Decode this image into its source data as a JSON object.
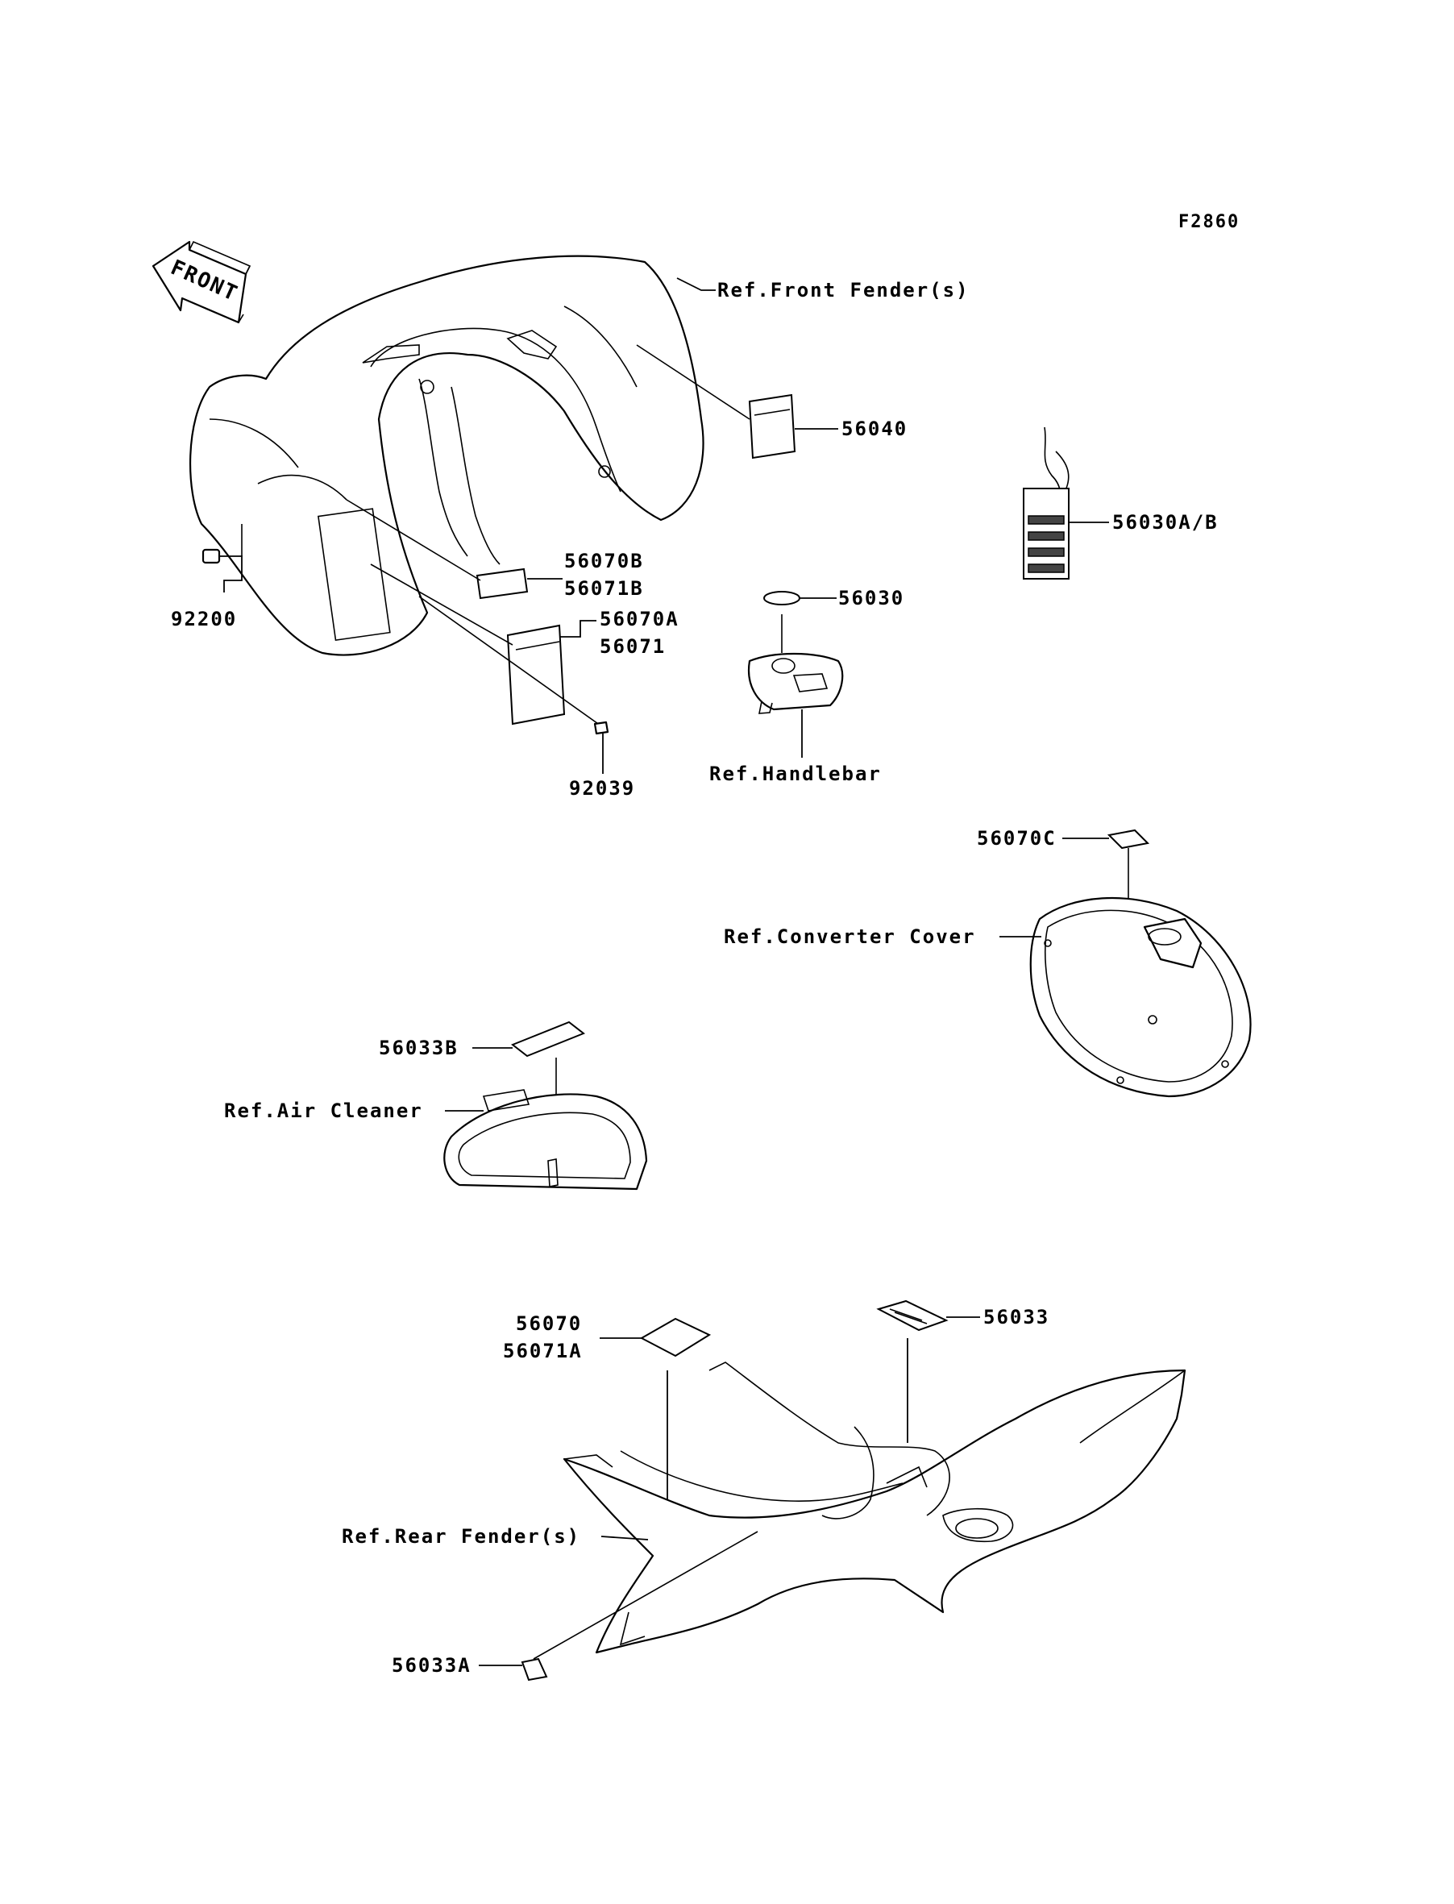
{
  "diagram_code": "F2860",
  "direction_arrow": "FRONT",
  "callouts": {
    "front_fender": "Ref.Front Fender(s)",
    "p56040": "56040",
    "p56030ab": "56030A/B",
    "p56070b": "56070B",
    "p56071b": "56071B",
    "p56070a": "56070A",
    "p56071": "56071",
    "p92200": "92200",
    "p92039": "92039",
    "p56030": "56030",
    "handlebar": "Ref.Handlebar",
    "p56070c": "56070C",
    "converter_cover": "Ref.Converter Cover",
    "p56033b": "56033B",
    "air_cleaner": "Ref.Air Cleaner",
    "p56070": "56070",
    "p56071a": "56071A",
    "p56033": "56033",
    "rear_fender": "Ref.Rear Fender(s)",
    "p56033a": "56033A"
  }
}
